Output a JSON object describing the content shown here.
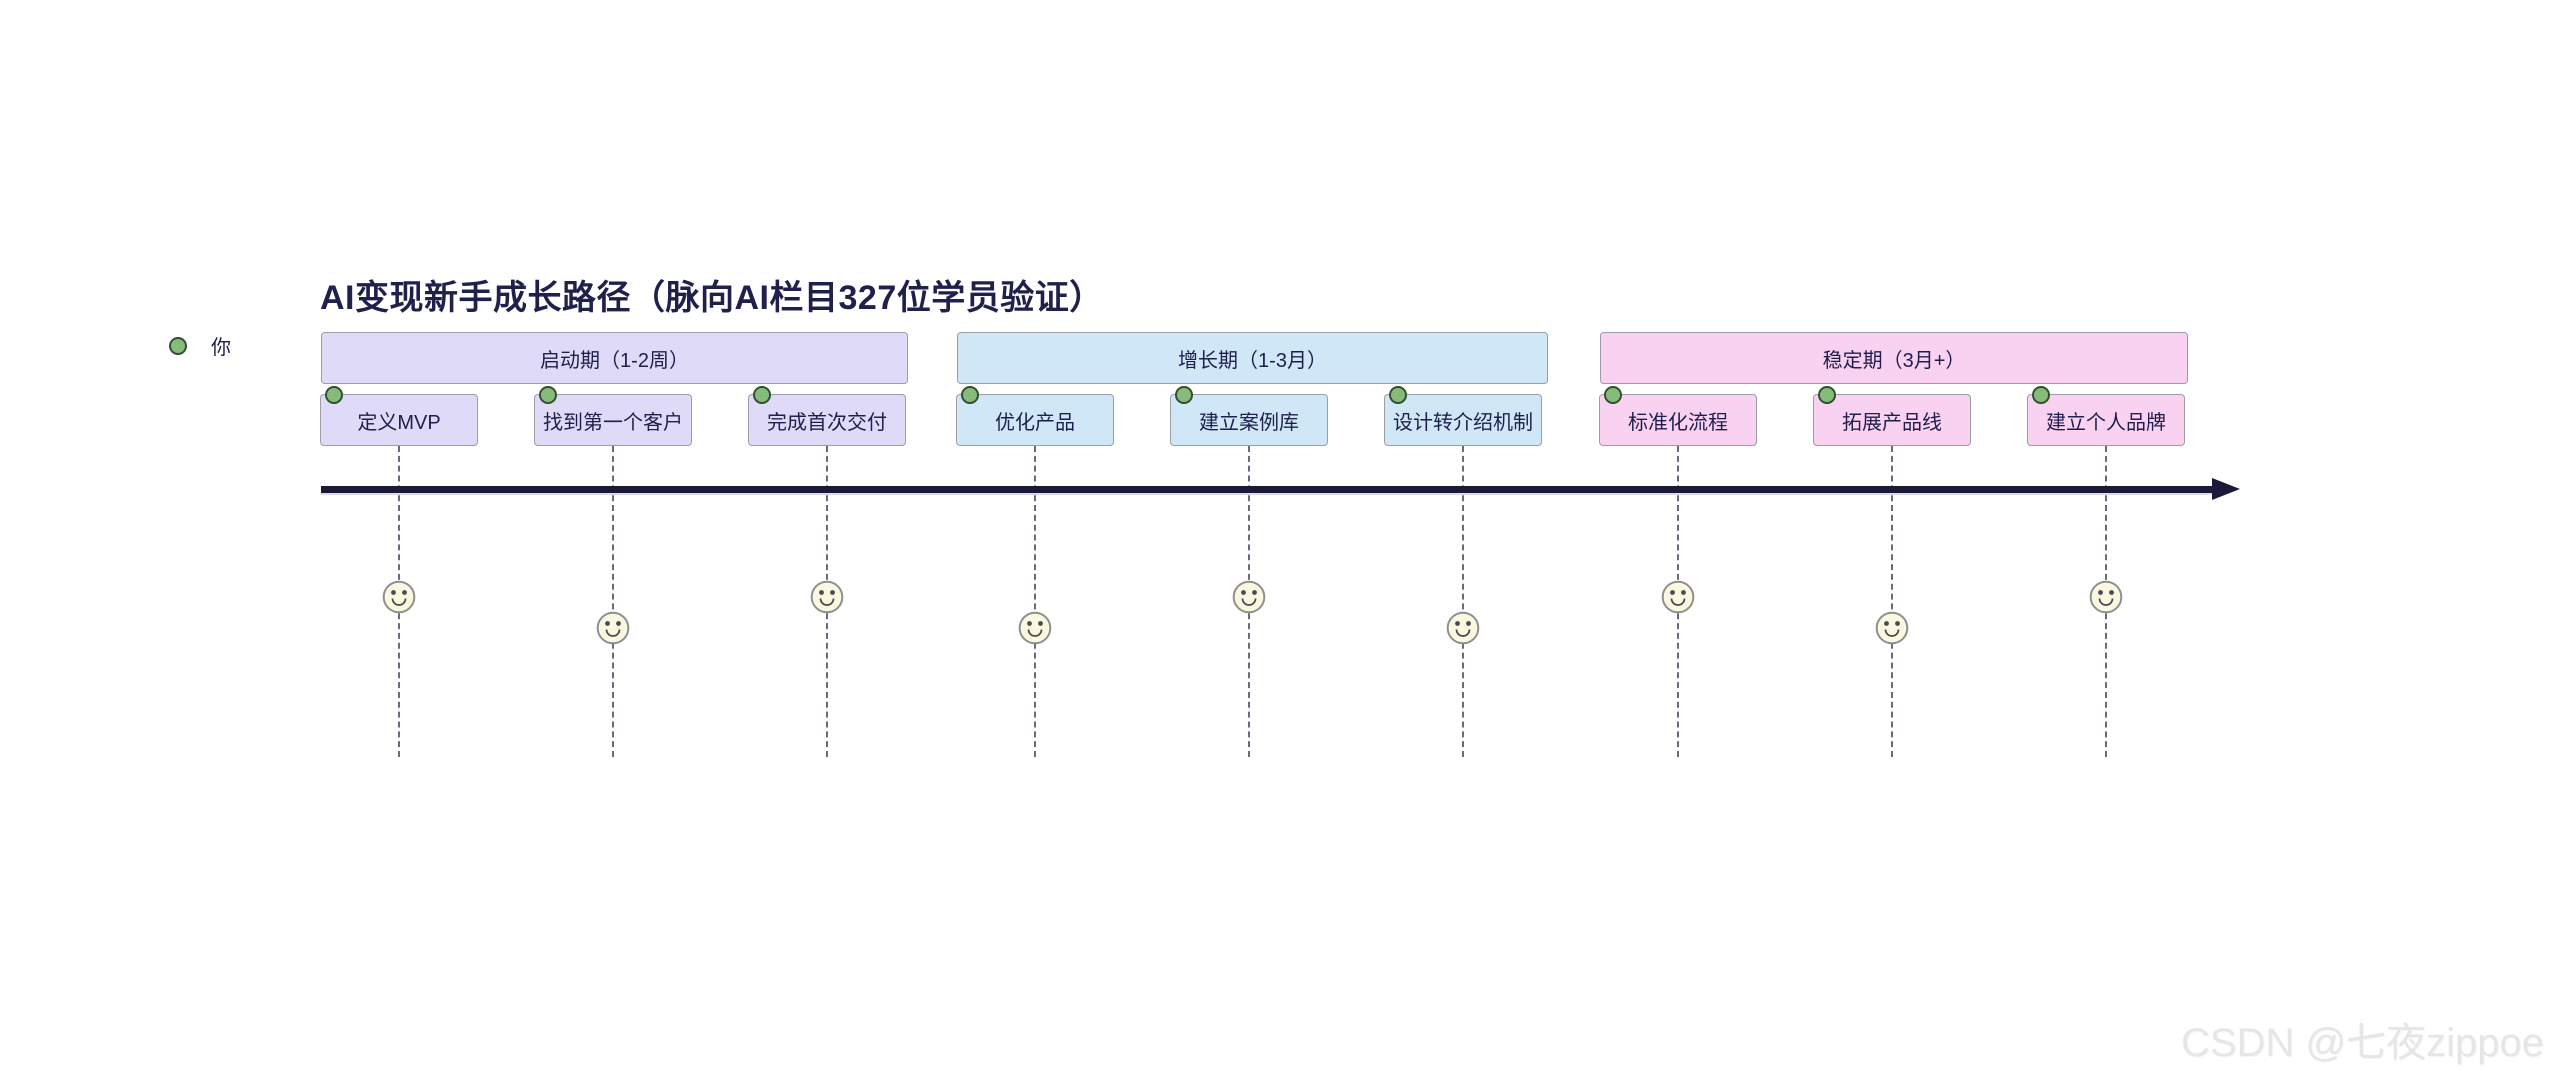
{
  "title": "AI变现新手成长路径（脉向AI栏目327位学员验证）",
  "legend": {
    "actor": "你"
  },
  "colors": {
    "title_text": "#20204C",
    "section_purple_fill": "#DEDAF7",
    "section_blue_fill": "#CFE7F6",
    "section_pink_fill": "#FAD2F1",
    "box_border": "#9D9DA8",
    "actor_dot_fill": "#87BB7C",
    "actor_dot_border": "#31502F",
    "axis_line": "#1A1A38",
    "dashed_connector": "#696980",
    "face_fill": "#FBF8E0",
    "face_stroke": "#8F8F8F",
    "watermark_text": "#E6E6E6"
  },
  "sections": [
    {
      "label": "启动期（1-2周）",
      "tasks": [
        {
          "label": "定义MVP",
          "actor": "你",
          "score": 5
        },
        {
          "label": "找到第一个客户",
          "actor": "你",
          "score": 4
        },
        {
          "label": "完成首次交付",
          "actor": "你",
          "score": 5
        }
      ]
    },
    {
      "label": "增长期（1-3月）",
      "tasks": [
        {
          "label": "优化产品",
          "actor": "你",
          "score": 4
        },
        {
          "label": "建立案例库",
          "actor": "你",
          "score": 5
        },
        {
          "label": "设计转介绍机制",
          "actor": "你",
          "score": 4
        }
      ]
    },
    {
      "label": "稳定期（3月+）",
      "tasks": [
        {
          "label": "标准化流程",
          "actor": "你",
          "score": 5
        },
        {
          "label": "拓展产品线",
          "actor": "你",
          "score": 4
        },
        {
          "label": "建立个人品牌",
          "actor": "你",
          "score": 5
        }
      ]
    }
  ],
  "watermark": "CSDN @七夜zippoe"
}
